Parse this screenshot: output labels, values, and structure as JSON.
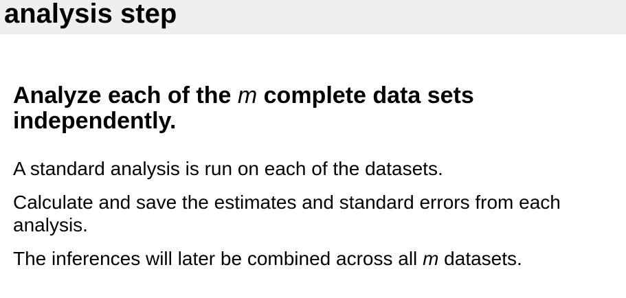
{
  "slide": {
    "title": "analysis step",
    "heading": {
      "before": "Analyze each of the ",
      "variable": "m",
      "after": " complete data sets independently."
    },
    "paragraphs": {
      "p1": "A standard analysis is run on each of the datasets.",
      "p2": "Calculate and save the estimates and standard errors from each analysis.",
      "p3": {
        "before": "The inferences will later be combined across all ",
        "variable": "m",
        "after": " datasets."
      }
    }
  }
}
